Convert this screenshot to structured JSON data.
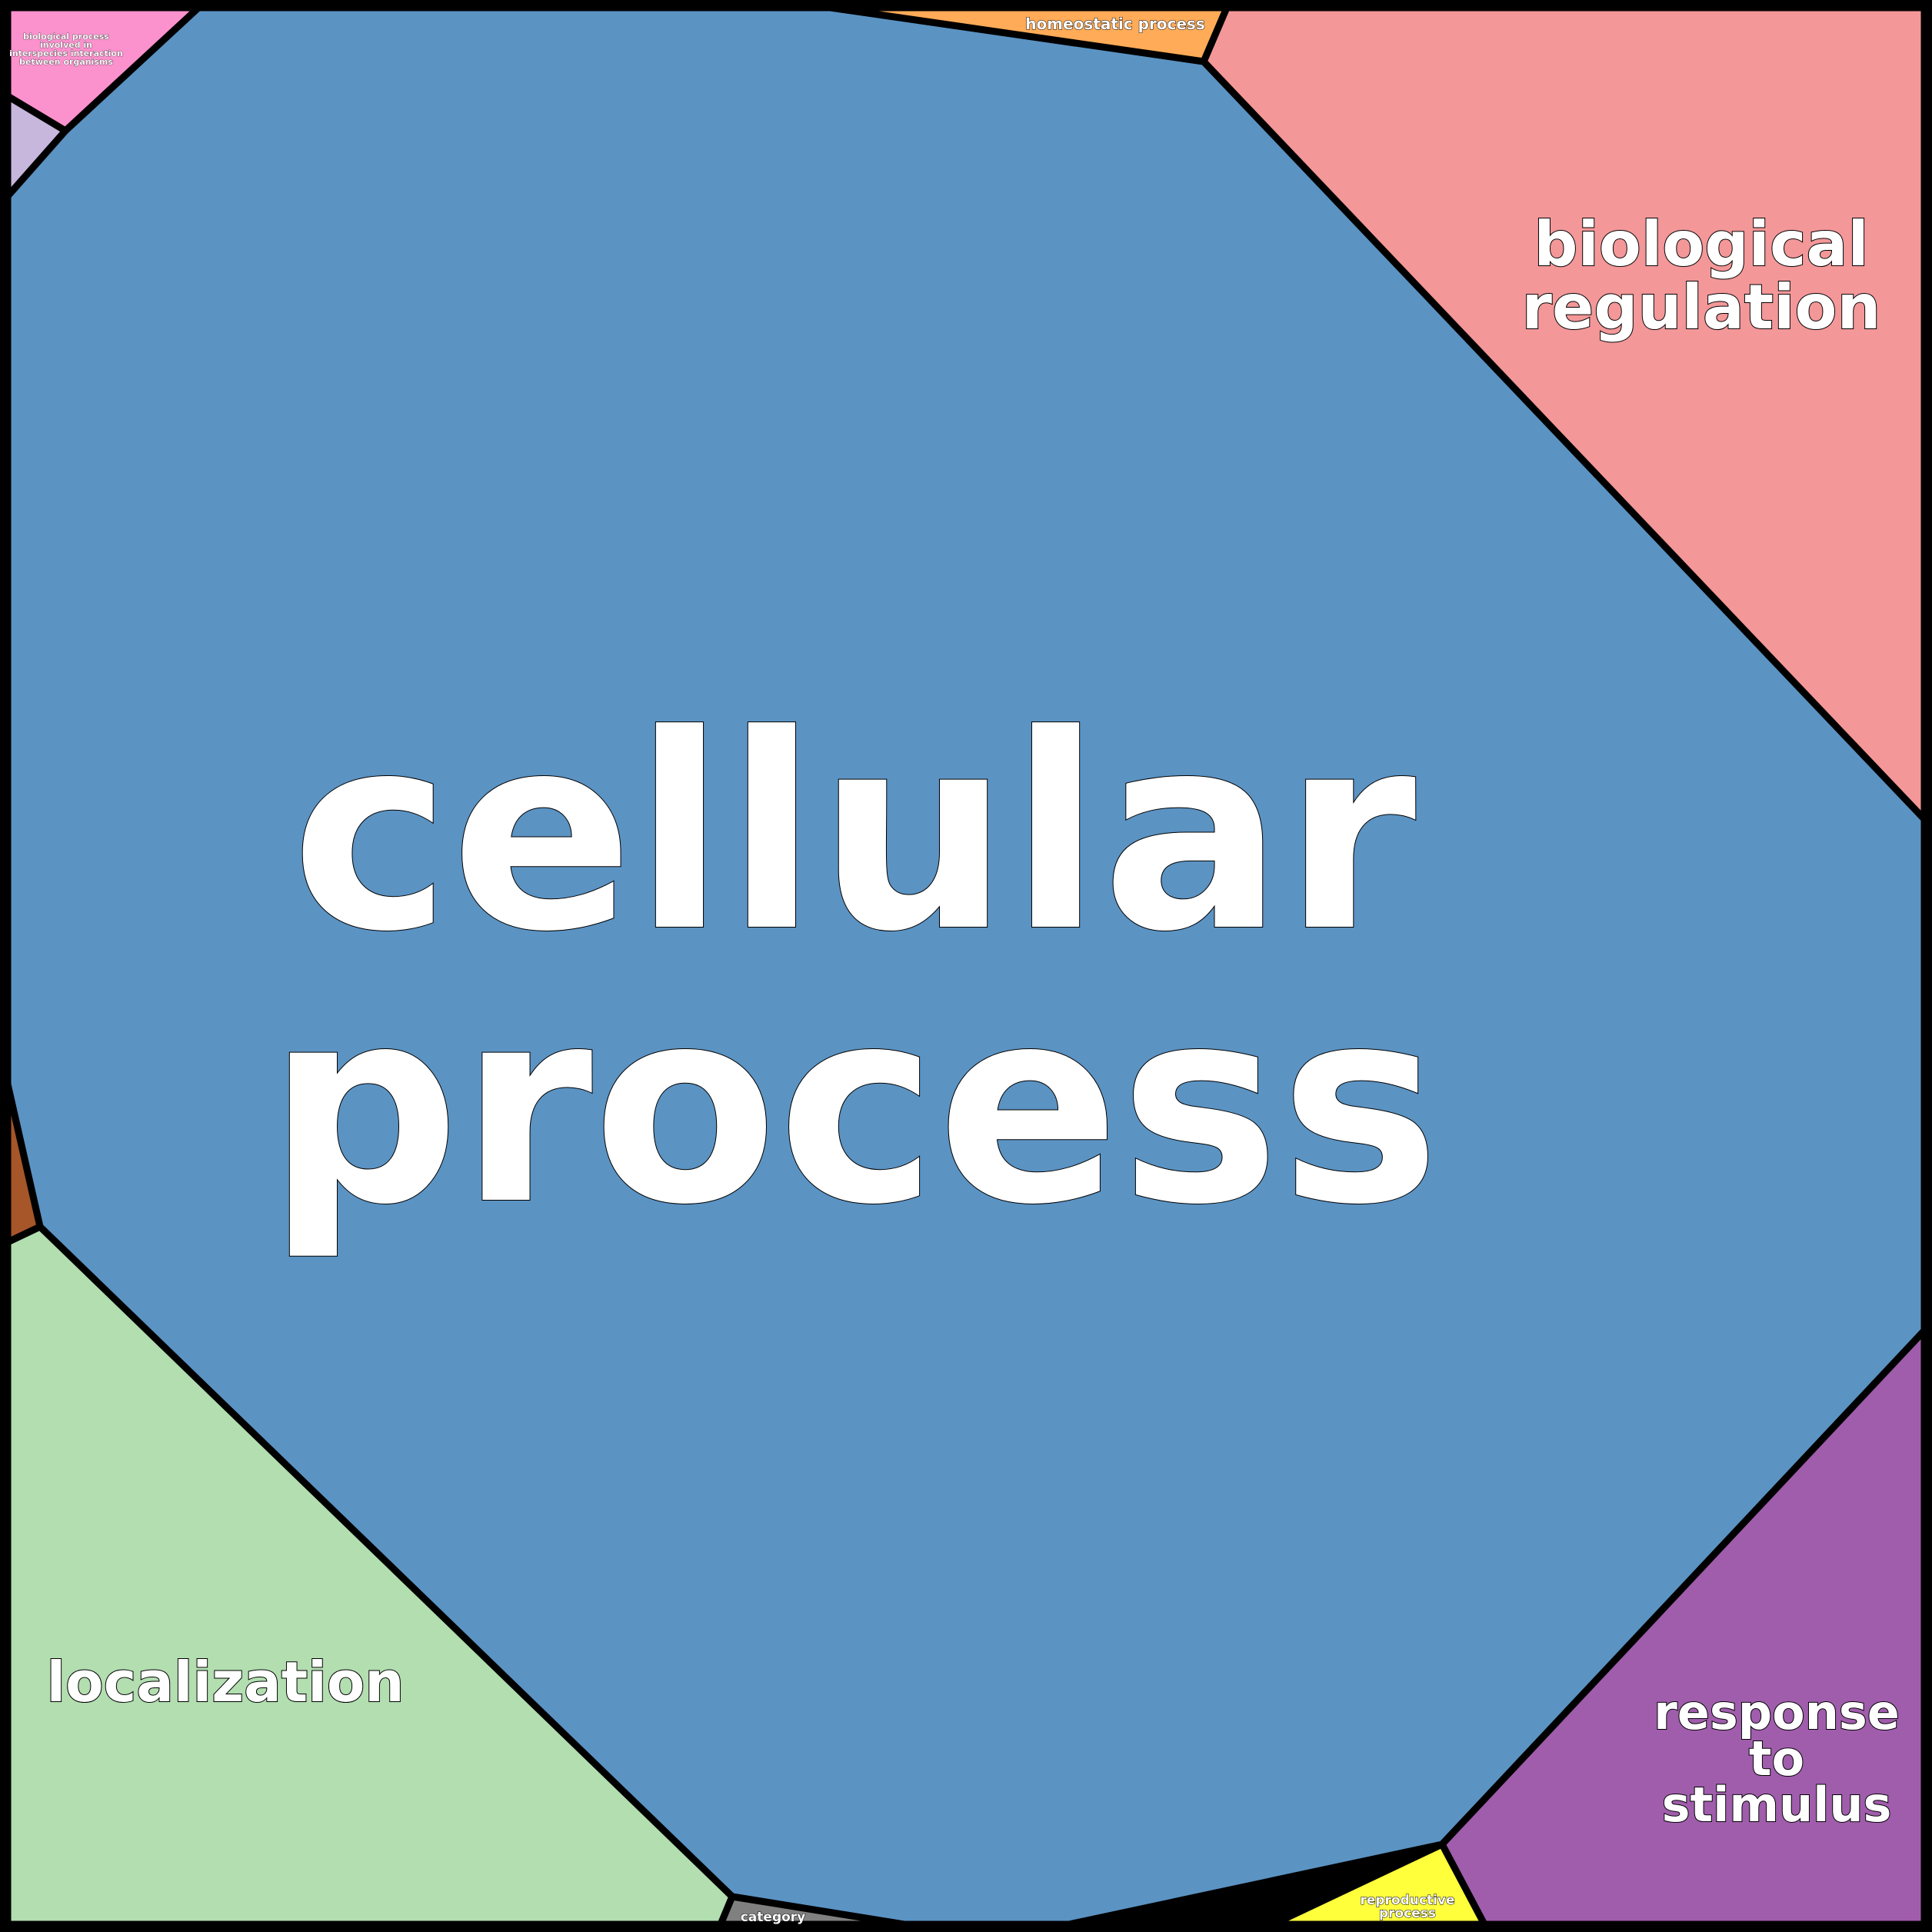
{
  "chart_data": {
    "type": "voronoi-treemap",
    "cells": [
      {
        "id": "cellular-process",
        "lines": [
          "cellular",
          "process"
        ],
        "color": "#5b93c3"
      },
      {
        "id": "biological-regulation",
        "lines": [
          "biological",
          "regulation"
        ],
        "color": "#f39798"
      },
      {
        "id": "localization",
        "lines": [
          "localization"
        ],
        "color": "#b2deb0"
      },
      {
        "id": "response-to-stimulus",
        "lines": [
          "response",
          "to",
          "stimulus"
        ],
        "color": "#a05dac"
      },
      {
        "id": "homeostatic-process",
        "lines": [
          "homeostatic process"
        ],
        "color": "#ffab57"
      },
      {
        "id": "reproductive-process",
        "lines": [
          "reproductive",
          "process"
        ],
        "color": "#ffff3c"
      },
      {
        "id": "category",
        "lines": [
          "category"
        ],
        "color": "#808080"
      },
      {
        "id": "interspecies-interaction",
        "lines": [
          "biological process",
          "involved in",
          "interspecies interaction",
          "between organisms"
        ],
        "color": "#fb91cd"
      },
      {
        "id": "small-lavender-cell",
        "lines": [],
        "color": "#c7b7dc"
      },
      {
        "id": "small-brown-cell",
        "lines": [],
        "color": "#a65628"
      }
    ]
  }
}
